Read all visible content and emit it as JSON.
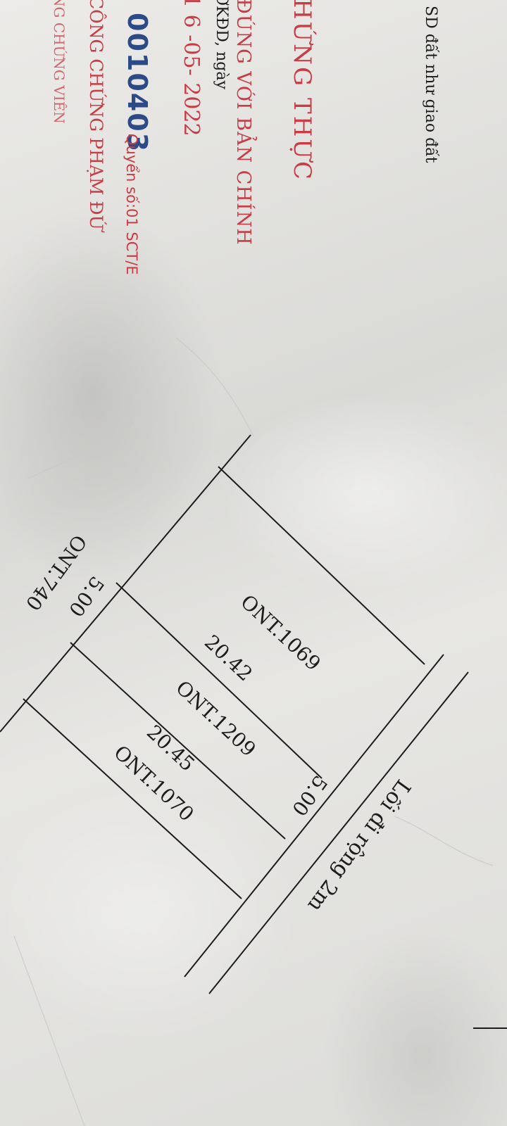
{
  "document": {
    "header_text": "SD đất như giao đất",
    "stamp": {
      "line1": "HỨNG THỰC",
      "line2": "ĐÚNG VỚI BẢN CHÍNH",
      "line3": "ƠKĐD, ngày",
      "date": "1 6 -05- 2022",
      "serial": "0010403",
      "serial_suffix": "Quyển số:01 SCT/E",
      "office": "CÔNG CHỨNG PHẠM ĐỨ",
      "notary": "NG CHỨNG VIÊN"
    },
    "plan": {
      "road_label": "Lối đi rộng 2m",
      "parcels": [
        {
          "id": "ONT.1069"
        },
        {
          "id": "ONT.1209"
        },
        {
          "id": "ONT.1070"
        },
        {
          "id": "ONT.740"
        }
      ],
      "dimensions": {
        "length_1": "20.42",
        "length_2": "20.45",
        "width_top": "5.00",
        "width_bottom": "5.00"
      }
    },
    "colors": {
      "ink": "#1c1c1c",
      "stamp_red": "#c83c46",
      "stamp_blue": "#2c4a86"
    }
  }
}
